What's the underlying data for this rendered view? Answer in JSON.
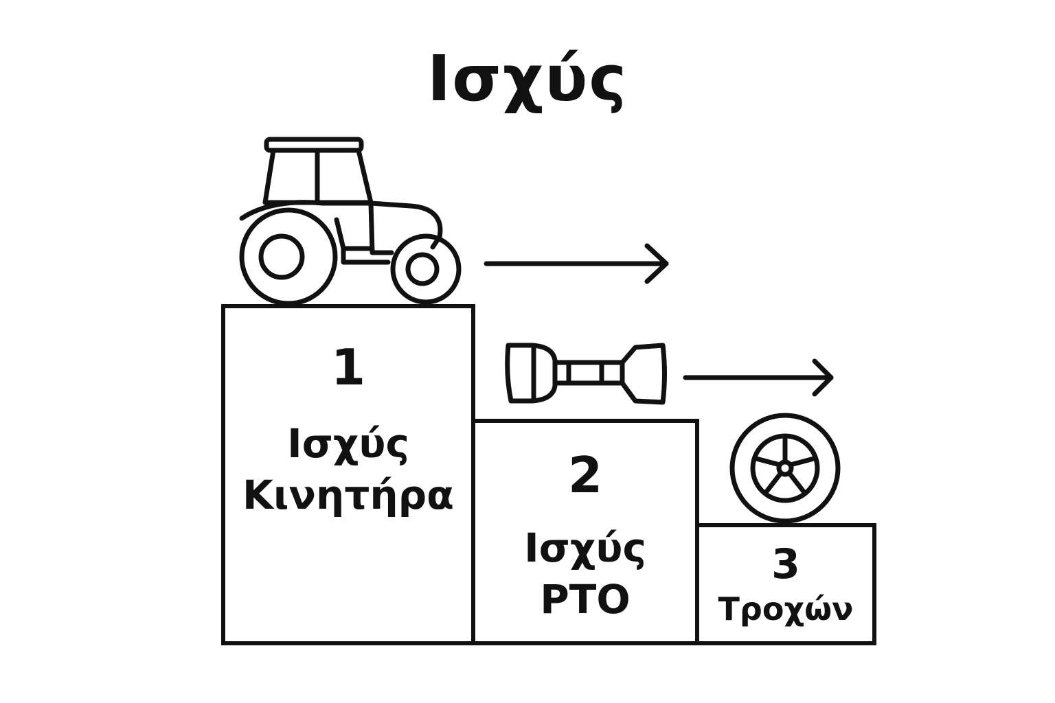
{
  "title": "Ισχύς",
  "steps": [
    {
      "number": "1",
      "line1": "Ισχύς",
      "line2": "Κινητήρα",
      "icon": "tractor-icon"
    },
    {
      "number": "2",
      "line1": "Ισχύς",
      "line2": "PTO",
      "icon": "pto-shaft-icon"
    },
    {
      "number": "3",
      "line1": "Τροχών",
      "icon": "wheel-icon"
    }
  ],
  "colors": {
    "stroke": "#111111",
    "background": "#ffffff"
  }
}
